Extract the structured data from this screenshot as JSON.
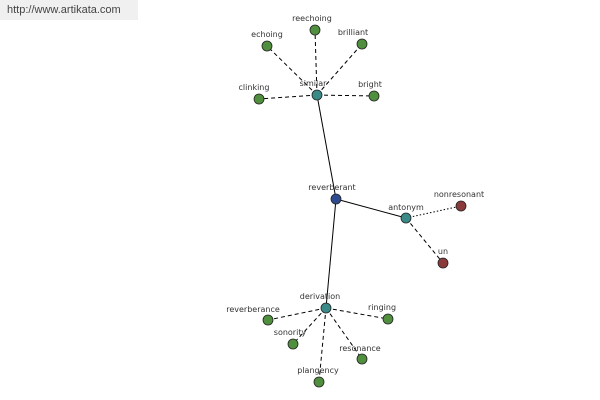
{
  "watermark": "http://www.artikata.com",
  "colors": {
    "center": "#2e4b8f",
    "relation": "#3a8a88",
    "synonym": "#4f8f3e",
    "antonym": "#8a3a3a",
    "edge": "#000000"
  },
  "nodes": {
    "reverberant": {
      "label": "reverberant",
      "kind": "center"
    },
    "similar": {
      "label": "similar",
      "kind": "relation"
    },
    "antonym": {
      "label": "antonym",
      "kind": "relation"
    },
    "derivation": {
      "label": "derivation",
      "kind": "relation"
    },
    "echoing": {
      "label": "echoing",
      "kind": "synonym"
    },
    "reechoing": {
      "label": "reechoing",
      "kind": "synonym"
    },
    "brilliant": {
      "label": "brilliant",
      "kind": "synonym"
    },
    "clinking": {
      "label": "clinking",
      "kind": "synonym"
    },
    "bright": {
      "label": "bright",
      "kind": "synonym"
    },
    "nonresonant": {
      "label": "nonresonant",
      "kind": "antonym"
    },
    "un": {
      "label": "un",
      "kind": "antonym"
    },
    "reverberance": {
      "label": "reverberance",
      "kind": "synonym"
    },
    "ringing": {
      "label": "ringing",
      "kind": "synonym"
    },
    "sonority": {
      "label": "sonority",
      "kind": "synonym"
    },
    "resonance": {
      "label": "resonance",
      "kind": "synonym"
    },
    "plangency": {
      "label": "plangency",
      "kind": "synonym"
    }
  },
  "edges": [
    {
      "from": "reverberant",
      "to": "similar",
      "style": "solid"
    },
    {
      "from": "reverberant",
      "to": "antonym",
      "style": "solid"
    },
    {
      "from": "reverberant",
      "to": "derivation",
      "style": "solid"
    },
    {
      "from": "similar",
      "to": "echoing",
      "style": "dashed"
    },
    {
      "from": "similar",
      "to": "reechoing",
      "style": "dashed"
    },
    {
      "from": "similar",
      "to": "brilliant",
      "style": "dashed"
    },
    {
      "from": "similar",
      "to": "clinking",
      "style": "dashed"
    },
    {
      "from": "similar",
      "to": "bright",
      "style": "dashed"
    },
    {
      "from": "antonym",
      "to": "nonresonant",
      "style": "dotted"
    },
    {
      "from": "antonym",
      "to": "un",
      "style": "dashed"
    },
    {
      "from": "derivation",
      "to": "reverberance",
      "style": "dashed"
    },
    {
      "from": "derivation",
      "to": "ringing",
      "style": "dashed"
    },
    {
      "from": "derivation",
      "to": "sonority",
      "style": "dashed"
    },
    {
      "from": "derivation",
      "to": "resonance",
      "style": "dashed"
    },
    {
      "from": "derivation",
      "to": "plangency",
      "style": "dashed"
    }
  ]
}
